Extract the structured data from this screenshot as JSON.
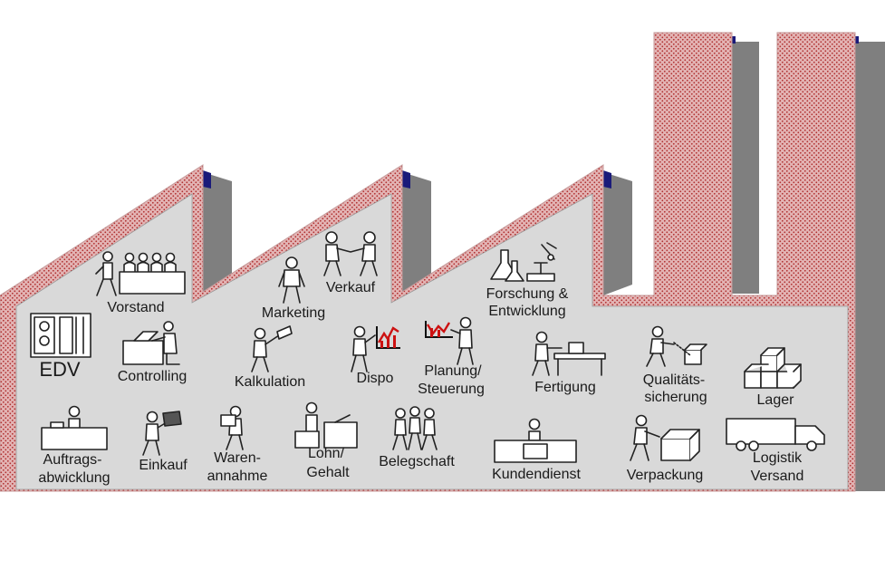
{
  "colors": {
    "brick": "#d9a6a6",
    "brick_dot": "#b03030",
    "hall": "#d9d9d9",
    "shadow": "#7f7f7f",
    "accent": "#1a1a7a",
    "chart_red": "#cc1111"
  },
  "departments": {
    "vorstand": "Vorstand",
    "marketing": "Marketing",
    "verkauf": "Verkauf",
    "forschung_1": "Forschung &",
    "forschung_2": "Entwicklung",
    "edv": "EDV",
    "controlling": "Controlling",
    "kalkulation": "Kalkulation",
    "dispo": "Dispo",
    "planung_1": "Planung/",
    "planung_2": "Steuerung",
    "fertigung": "Fertigung",
    "qualitaet_1": "Qualitäts-",
    "qualitaet_2": "sicherung",
    "lager": "Lager",
    "auftrag_1": "Auftrags-",
    "auftrag_2": "abwicklung",
    "einkauf": "Einkauf",
    "waren_1": "Waren-",
    "waren_2": "annahme",
    "lohn_1": "Lohn/",
    "lohn_2": "Gehalt",
    "belegschaft": "Belegschaft",
    "kundendienst": "Kundendienst",
    "verpackung": "Verpackung",
    "logistik_1": "Logistik",
    "logistik_2": "Versand"
  }
}
